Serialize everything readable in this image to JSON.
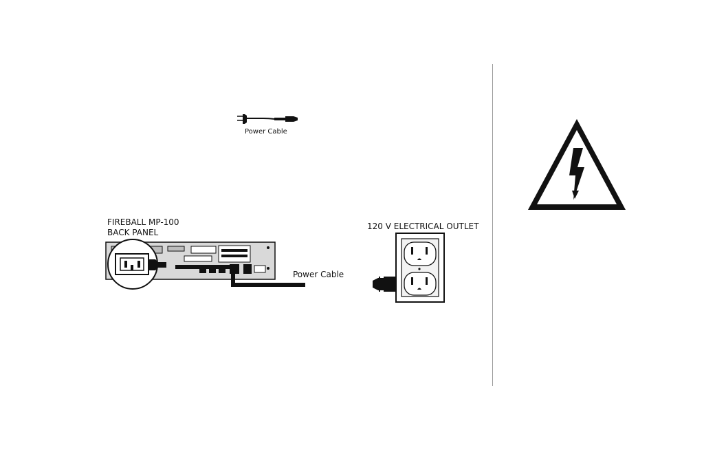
{
  "diagram": {
    "legend_item_label": "Power Cable",
    "device_label_line1": "FIREBALL MP-100",
    "device_label_line2": "BACK PANEL",
    "outlet_label": "120 V ELECTRICAL OUTLET",
    "cable_label": "Power Cable"
  },
  "icons": {
    "power_cable": "power-cable-icon",
    "back_panel": "device-back-panel-icon",
    "iec_socket": "iec-socket-icon",
    "outlet": "electrical-outlet-icon",
    "warning": "electrical-warning-icon"
  },
  "colors": {
    "line": "#111111",
    "divider": "#9a9a9a",
    "device_fill": "#d9d9d9",
    "outlet_fill": "#f2f2f2"
  }
}
